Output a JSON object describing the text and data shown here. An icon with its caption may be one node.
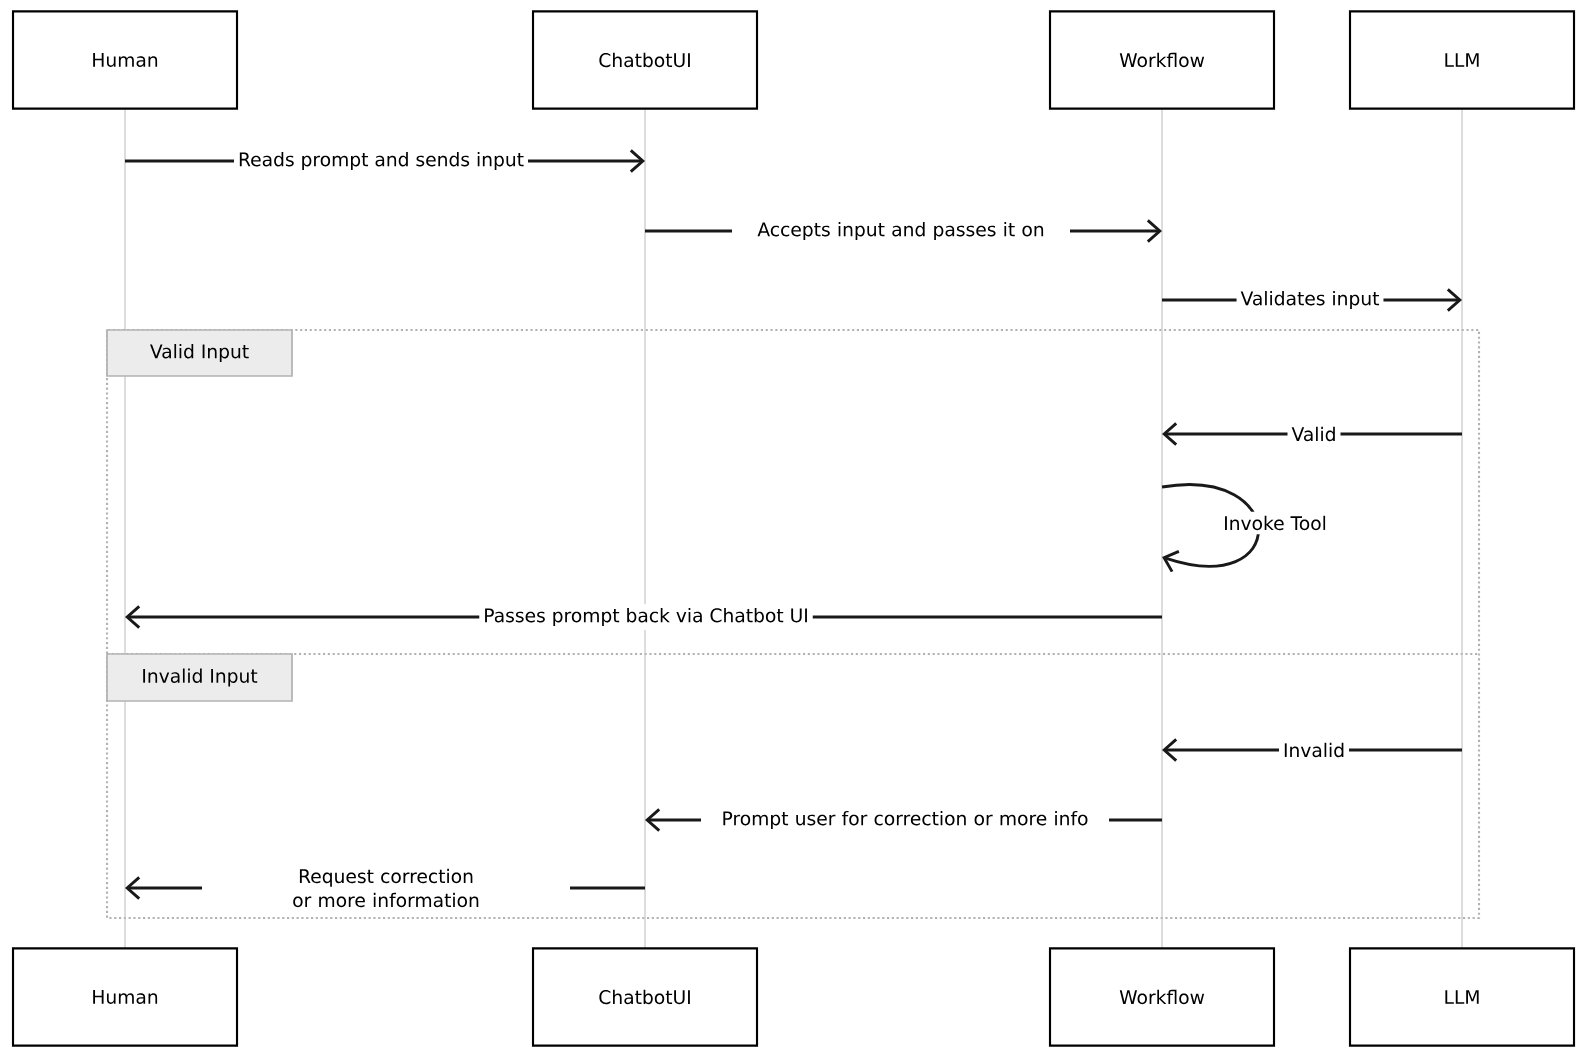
{
  "diagram": {
    "nodes": [
      {
        "text": [
          "Human"
        ]
      },
      {
        "text": [
          "ChatbotUI"
        ]
      },
      {
        "text": [
          "Workflow"
        ]
      },
      {
        "text": [
          "LLM"
        ]
      },
      {
        "text": [],
        "shape": "bar"
      },
      {
        "text": [],
        "shape": "bar"
      },
      {
        "text": [],
        "shape": "bar"
      },
      {
        "text": [],
        "shape": "bar"
      },
      {
        "text": [
          "Human"
        ]
      },
      {
        "text": [
          "ChatbotUI"
        ]
      },
      {
        "text": [
          "Workflow"
        ]
      },
      {
        "text": [
          "LLM"
        ]
      },
      {
        "text": [
          "Valid Input"
        ]
      },
      {
        "text": [
          "Invalid Input"
        ]
      }
    ],
    "edges": [
      {
        "from": 4,
        "to": 5,
        "arrow": "to",
        "label": "Reads prompt and sends input"
      },
      {
        "from": 5,
        "to": 6,
        "arrow": "to",
        "label": "Accepts input and passes it on"
      },
      {
        "from": 6,
        "to": 7,
        "arrow": "to",
        "label": "Validates input"
      },
      {
        "from": 7,
        "to": 6,
        "arrow": "to",
        "label": "Valid"
      },
      {
        "from": 6,
        "to": 6,
        "arrow": "to",
        "label": "Invoke Tool"
      },
      {
        "from": 6,
        "to": 4,
        "arrow": "to",
        "label": "Passes prompt back via Chatbot UI"
      },
      {
        "from": 7,
        "to": 6,
        "arrow": "to",
        "label": "Invalid"
      },
      {
        "from": 6,
        "to": 5,
        "arrow": "to",
        "label": "Prompt user for correction or more info"
      },
      {
        "from": 5,
        "to": 4,
        "arrow": "to",
        "label": "Request correction or more information"
      }
    ]
  }
}
